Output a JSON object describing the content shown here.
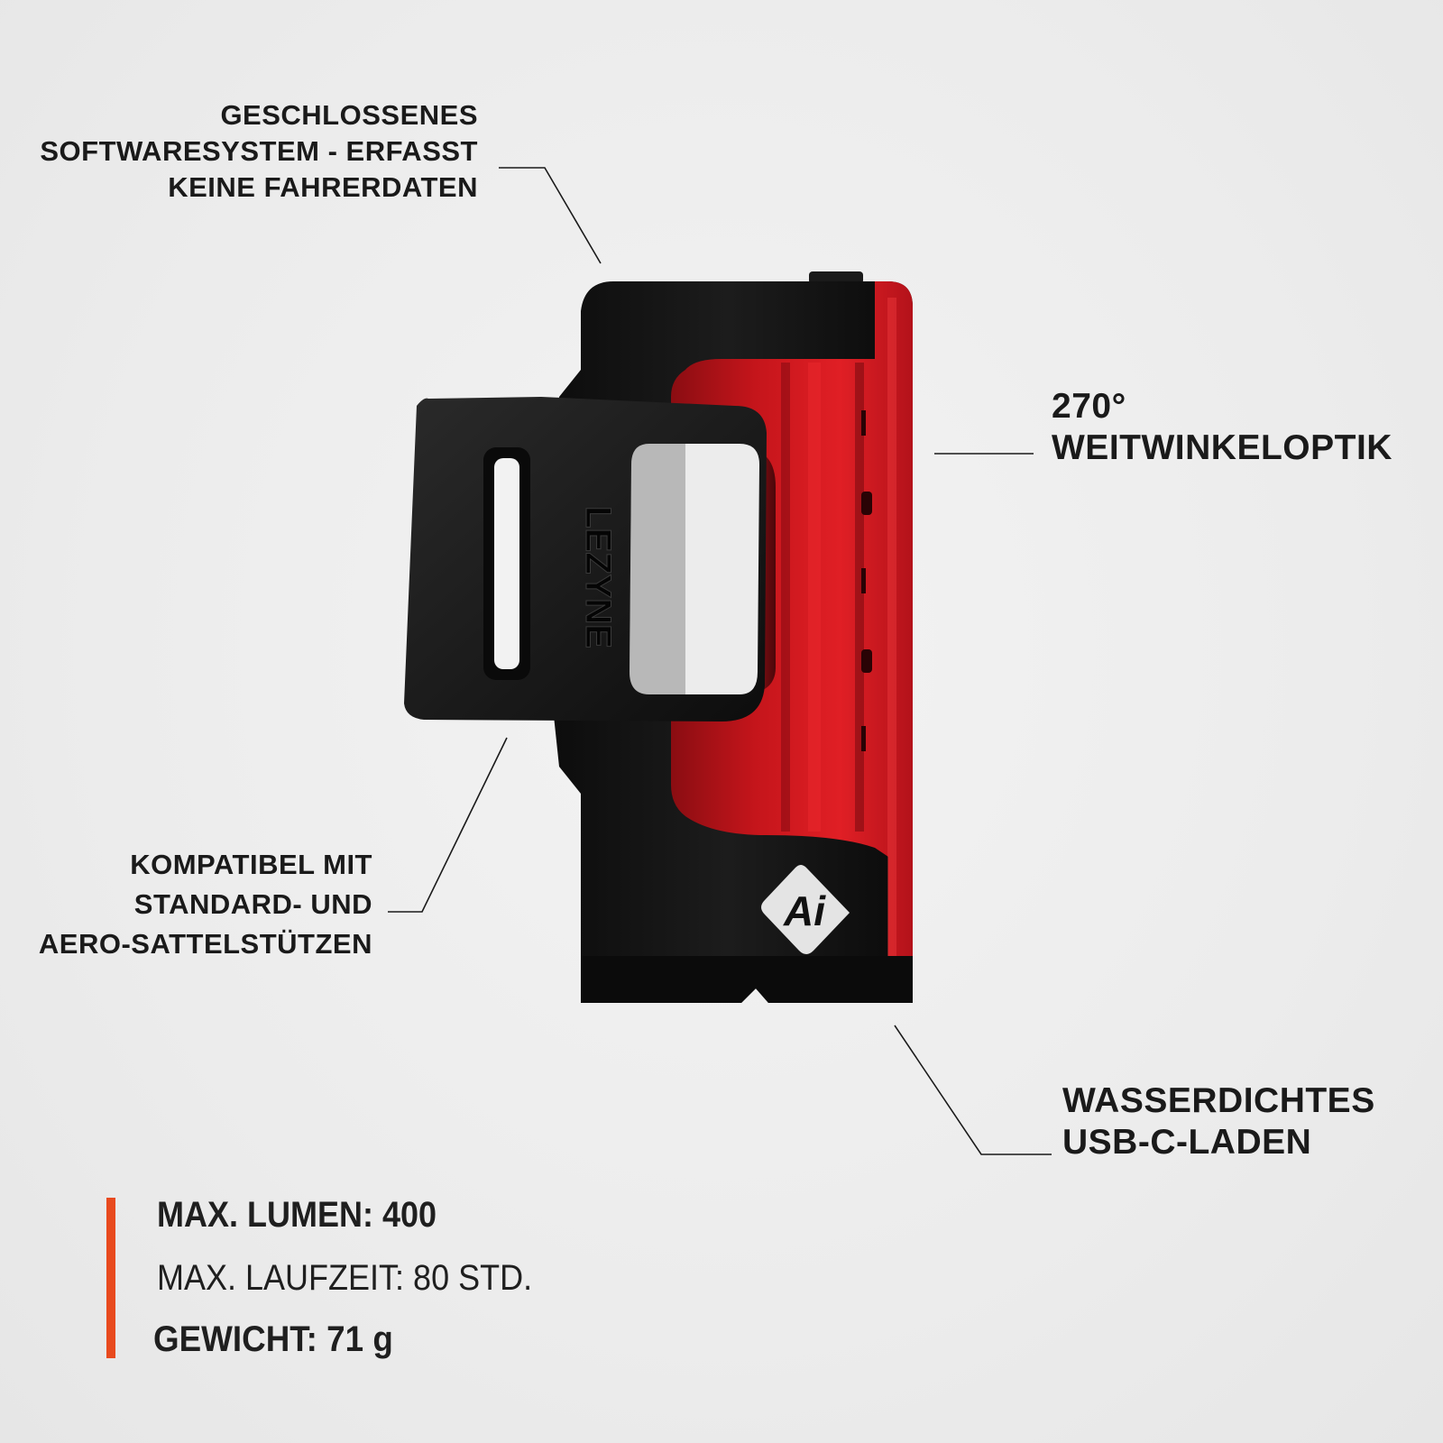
{
  "callouts": {
    "software": [
      "GESCHLOSSENES",
      "SOFTWARESYSTEM - ERFASST",
      "KEINE FAHRERDATEN"
    ],
    "optik": [
      "270°",
      "WEITWINKELOPTIK"
    ],
    "sattel": [
      "KOMPATIBEL MIT",
      "STANDARD- UND",
      "AERO-SATTELSTÜTZEN"
    ],
    "usb": [
      "WASSERDICHTES",
      "USB-C-LADEN"
    ]
  },
  "specs": {
    "lumen": "MAX. LUMEN: 400",
    "laufzeit": "MAX. LAUFZEIT: 80 STD.",
    "gewicht": "GEWICHT: 71 g"
  },
  "product": {
    "strap_logo": "LEZYNE",
    "badge": "Ai"
  },
  "colors": {
    "accent": "#e84a1e",
    "lens_red": "#c8161c",
    "body_black": "#141414",
    "text": "#1a1a1a"
  },
  "icons": {
    "badge": "ai-badge-icon",
    "logo": "lezyne-logo"
  }
}
